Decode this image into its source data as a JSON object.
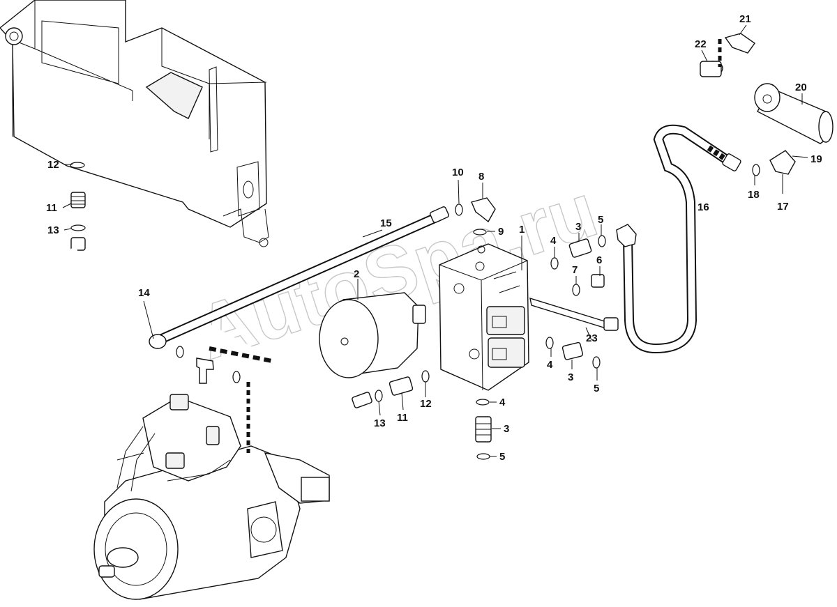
{
  "watermark": "AutoSpa.ru",
  "callouts": [
    {
      "id": "c12a",
      "label": "12"
    },
    {
      "id": "c11a",
      "label": "11"
    },
    {
      "id": "c13a",
      "label": "13"
    },
    {
      "id": "c14",
      "label": "14"
    },
    {
      "id": "c15",
      "label": "15"
    },
    {
      "id": "c10",
      "label": "10"
    },
    {
      "id": "c8",
      "label": "8"
    },
    {
      "id": "c9",
      "label": "9"
    },
    {
      "id": "c1",
      "label": "1"
    },
    {
      "id": "c2",
      "label": "2"
    },
    {
      "id": "c4a",
      "label": "4"
    },
    {
      "id": "c3a",
      "label": "3"
    },
    {
      "id": "c5a",
      "label": "5"
    },
    {
      "id": "c7",
      "label": "7"
    },
    {
      "id": "c6",
      "label": "6"
    },
    {
      "id": "c23",
      "label": "23"
    },
    {
      "id": "c4b",
      "label": "4"
    },
    {
      "id": "c3b",
      "label": "3"
    },
    {
      "id": "c5b",
      "label": "5"
    },
    {
      "id": "c13b",
      "label": "13"
    },
    {
      "id": "c11b",
      "label": "11"
    },
    {
      "id": "c12b",
      "label": "12"
    },
    {
      "id": "c4c",
      "label": "4"
    },
    {
      "id": "c3c",
      "label": "3"
    },
    {
      "id": "c5c",
      "label": "5"
    },
    {
      "id": "c16",
      "label": "16"
    },
    {
      "id": "c17",
      "label": "17"
    },
    {
      "id": "c18",
      "label": "18"
    },
    {
      "id": "c19",
      "label": "19"
    },
    {
      "id": "c20",
      "label": "20"
    },
    {
      "id": "c21",
      "label": "21"
    },
    {
      "id": "c22",
      "label": "22"
    }
  ]
}
